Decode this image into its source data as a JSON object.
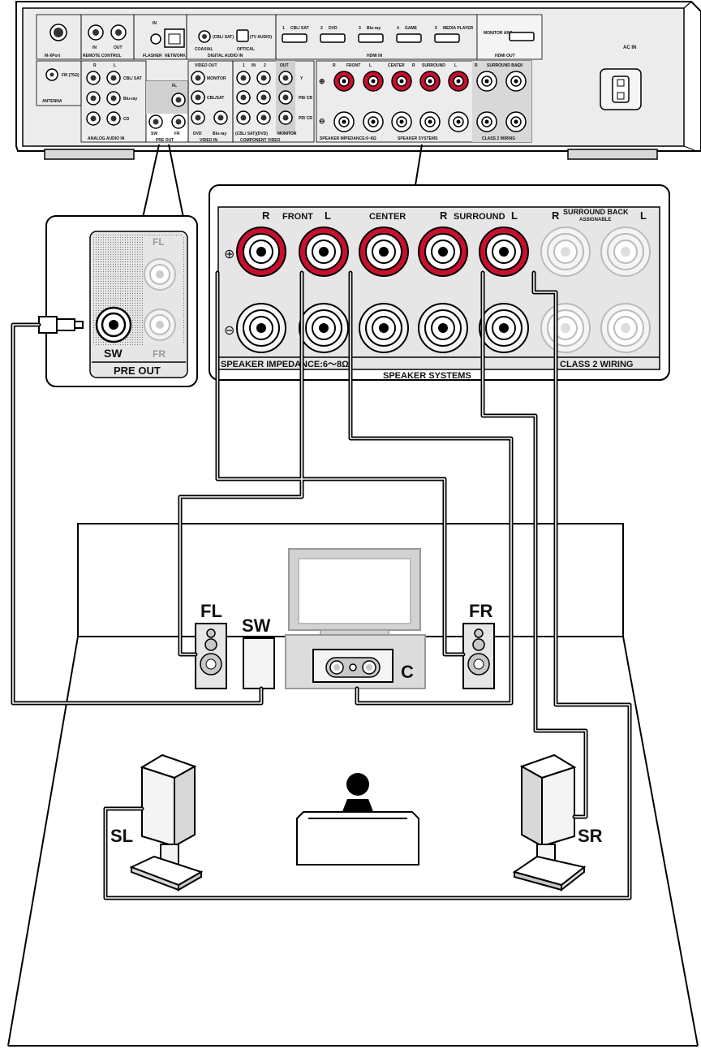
{
  "receiver": {
    "labels": {
      "mxport": "M-XPort",
      "remote_control": "REMOTE CONTROL",
      "rc_in": "IN",
      "rc_out": "OUT",
      "flasher": "FLASHER",
      "flasher_in": "IN",
      "network": "NETWORK",
      "digital_audio_in": "DIGITAL AUDIO IN",
      "coaxial": "COAXIAL",
      "optical": "OPTICAL",
      "coax_src": "(CBL/ SAT)",
      "opt_src": "(TV AUDIO)",
      "hdmi_in": "HDMI IN",
      "hdmi_inputs": [
        "1",
        "CBL/ SAT",
        "2",
        "DVD",
        "3",
        "Blu-ray",
        "4",
        "GAME",
        "5",
        "MEDIA PLAYER"
      ],
      "hdmi_out": "HDMI OUT",
      "monitor_arc": "MONITOR ARC",
      "ac_in": "AC IN",
      "antenna": "ANTENNA",
      "fm": "FM (75Ω)",
      "analog_audio_in": "ANALOG AUDIO IN",
      "analog_r": "R",
      "analog_l": "L",
      "analog_rows": [
        "CBL/ SAT",
        "Blu-ray",
        "CD"
      ],
      "pre_out": "PRE OUT",
      "pre_fl": "FL",
      "pre_sw": "SW",
      "pre_fr": "FR",
      "video_out": "VIDEO OUT",
      "video_monitor": "MONITOR",
      "video_cbl": "CBL/SAT",
      "video_in": "VIDEO IN",
      "video_dvd": "DVD",
      "video_bluray": "Blu-ray",
      "component_video": "COMPONENT VIDEO",
      "comp_1": "1",
      "comp_in": "IN",
      "comp_2": "2",
      "comp_out": "OUT",
      "comp_y": "Y",
      "comp_pb": "PB/ CB",
      "comp_pr": "PR/ CR",
      "comp_src1": "(CBL/ SAT)",
      "comp_src2": "(DVD)",
      "comp_monitor": "MONITOR",
      "spk_plus": "⊕",
      "spk_minus": "⊖",
      "spk_headers": [
        "R",
        "FRONT",
        "L",
        "CENTER",
        "R",
        "SURROUND",
        "L",
        "R",
        "SURROUND BACK",
        "L"
      ],
      "spk_impedance": "SPEAKER IMPEDANCE:6~8Ω",
      "spk_systems": "SPEAKER SYSTEMS",
      "class2": "CLASS 2 WIRING"
    }
  },
  "zoom_pre_out": {
    "fl": "FL",
    "sw": "SW",
    "fr": "FR",
    "title": "PRE OUT"
  },
  "zoom_speakers": {
    "front_r": "R",
    "front": "FRONT",
    "front_l": "L",
    "center": "CENTER",
    "surround_r": "R",
    "surround": "SURROUND",
    "surround_l": "L",
    "sb_r": "R",
    "surround_back": "SURROUND BACK",
    "assignable": "ASSIGNABLE",
    "sb_l": "L",
    "plus": "⊕",
    "minus": "⊖",
    "impedance": "SPEAKER IMPEDANCE:6～8Ω",
    "systems": "SPEAKER SYSTEMS",
    "class2": "CLASS 2 WIRING"
  },
  "room": {
    "fl": "FL",
    "sw": "SW",
    "fr": "FR",
    "c": "C",
    "sl": "SL",
    "sr": "SR"
  },
  "colors": {
    "terminal_red": "#c8102e",
    "panel_gray": "#e6e6e6",
    "tv_gray": "#d2d2d2",
    "speaker_gray": "#c8c8c8"
  }
}
